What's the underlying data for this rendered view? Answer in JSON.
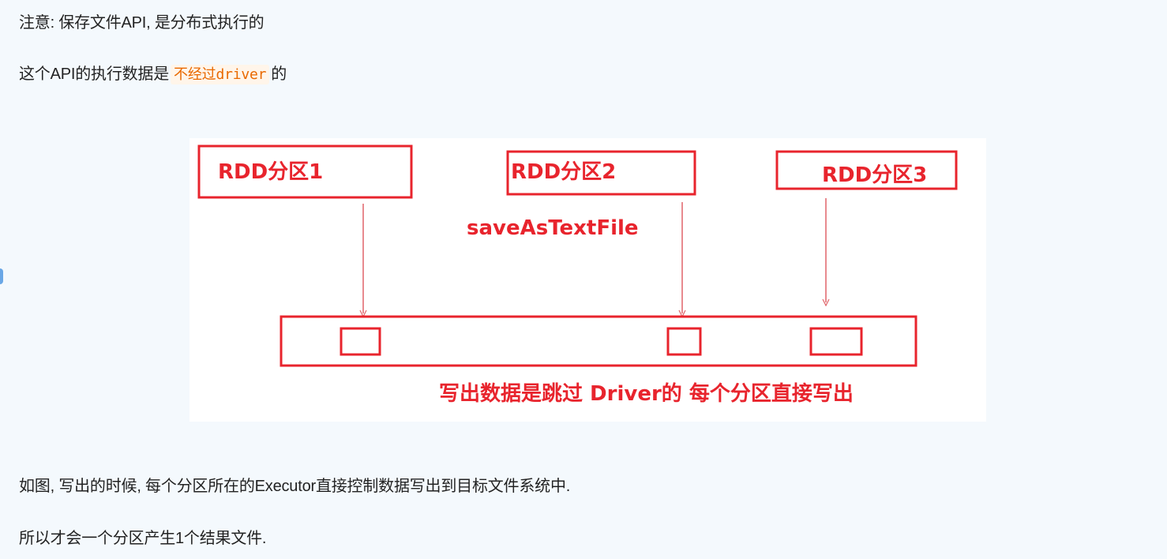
{
  "paragraphs": {
    "p1": "注意: 保存文件API, 是分布式执行的",
    "p2_prefix": "这个API的执行数据是",
    "p2_code": "不经过driver",
    "p2_suffix": "的",
    "p3": "如图, 写出的时候, 每个分区所在的Executor直接控制数据写出到目标文件系统中.",
    "p4": "所以才会一个分区产生1个结果文件."
  },
  "diagram": {
    "partitions": [
      "RDD分区1",
      "RDD分区2",
      "RDD分区3"
    ],
    "api_label": "saveAsTextFile",
    "caption": "写出数据是跳过 Driver的 每个分区直接写出",
    "accent_color": "#e8242d",
    "arrow_color": "#e0646a"
  }
}
